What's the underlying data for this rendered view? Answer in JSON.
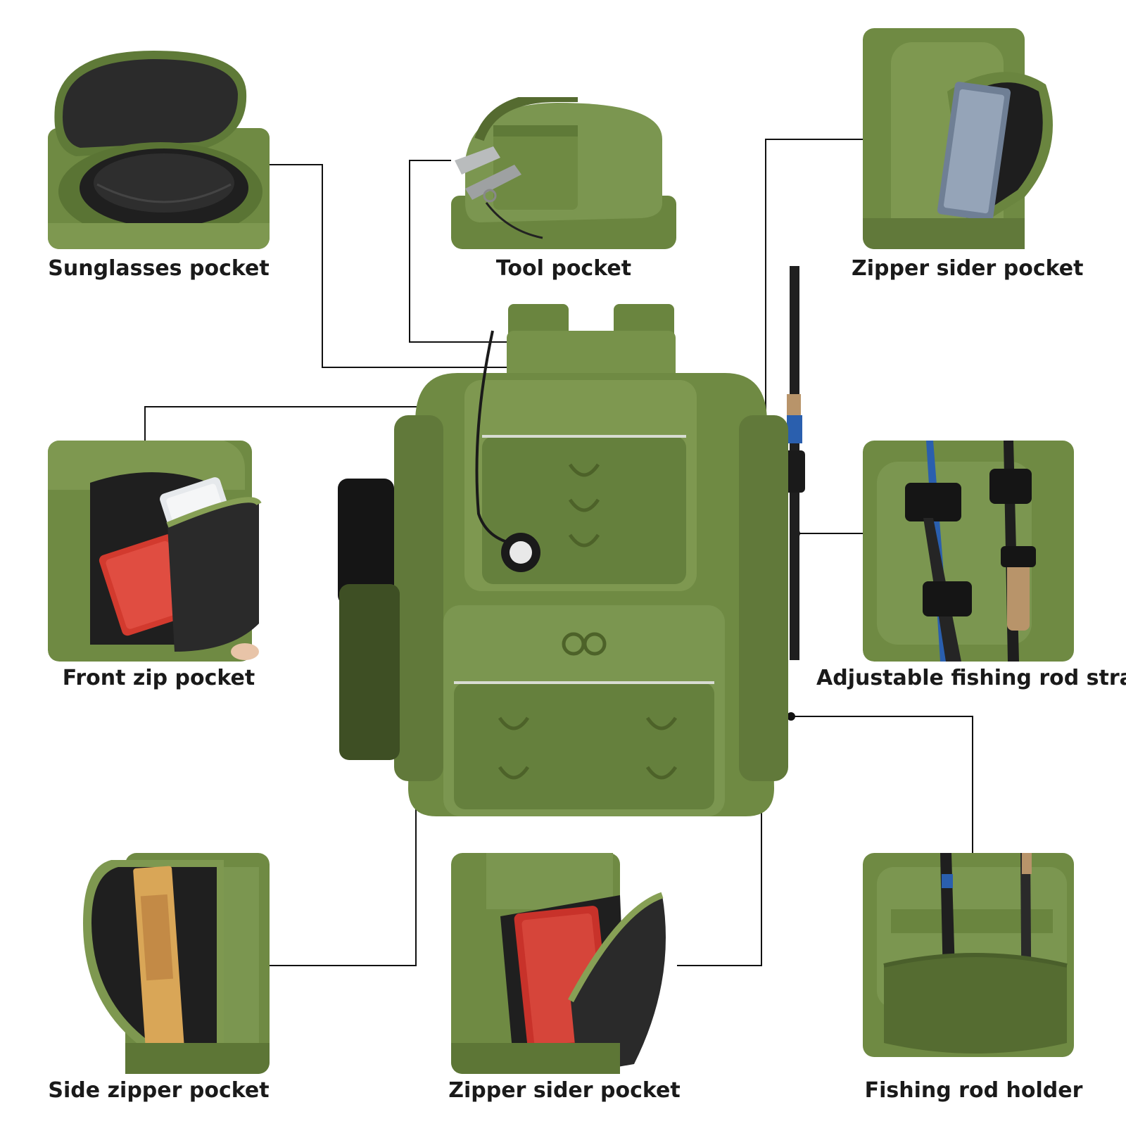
{
  "callouts": {
    "sunglasses": "Sunglasses pocket",
    "tool": "Tool pocket",
    "zipper_side_top": "Zipper sider pocket",
    "front_zip": "Front zip pocket",
    "rod_strap": "Adjustable fishing rod strap",
    "side_zipper": "Side zipper pocket",
    "zipper_side_bottom": "Zipper sider pocket",
    "rod_holder": "Fishing rod holder"
  },
  "colors": {
    "bag_green": "#6f8a43",
    "bag_dark": "#546a30",
    "bag_light": "#87a055",
    "lining": "#2b2b2b",
    "tackle_red": "#c8322a",
    "leader": "#111111"
  }
}
